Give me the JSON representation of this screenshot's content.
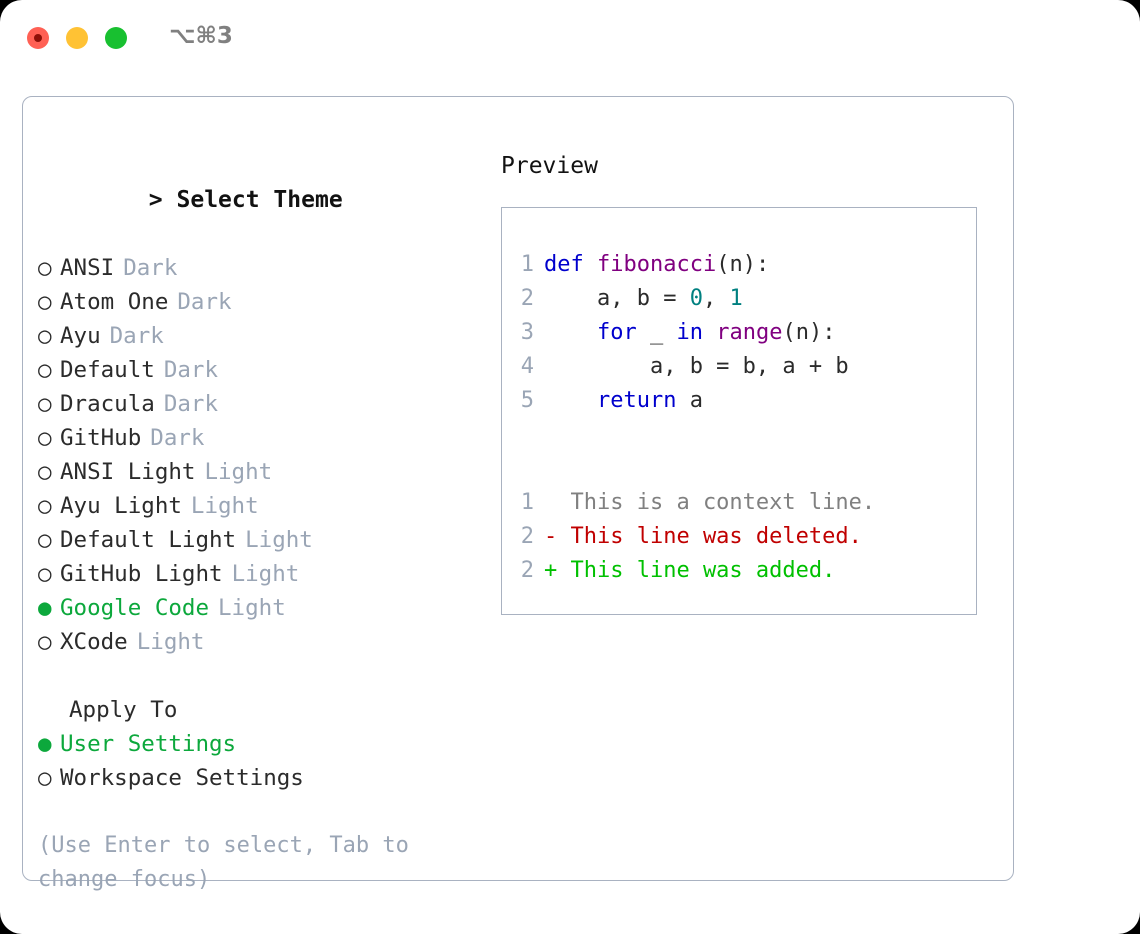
{
  "window": {
    "shortcut": "⌥⌘3",
    "traffic_lights": [
      {
        "name": "close",
        "color": "#ff6054"
      },
      {
        "name": "minimize",
        "color": "#ffc234"
      },
      {
        "name": "maximize",
        "color": "#18c030"
      }
    ]
  },
  "colors": {
    "accent_green": "#0ca83c",
    "muted_blue_gray": "#9aa5b5",
    "border": "#a9b2c1",
    "text": "#2b2b2b",
    "keyword": "#0000cd",
    "function": "#800080",
    "number": "#008080",
    "diff_add": "#00c000",
    "diff_del": "#c00000",
    "diff_ctx": "#808080"
  },
  "theme_picker": {
    "caret": ">",
    "heading": "Select Theme",
    "bullet_selected": "●",
    "bullet_unselected": "○",
    "items": [
      {
        "label": "ANSI",
        "tag": "Dark",
        "selected": false
      },
      {
        "label": "Atom One",
        "tag": "Dark",
        "selected": false
      },
      {
        "label": "Ayu",
        "tag": "Dark",
        "selected": false
      },
      {
        "label": "Default",
        "tag": "Dark",
        "selected": false
      },
      {
        "label": "Dracula",
        "tag": "Dark",
        "selected": false
      },
      {
        "label": "GitHub",
        "tag": "Dark",
        "selected": false
      },
      {
        "label": "ANSI Light",
        "tag": "Light",
        "selected": false
      },
      {
        "label": "Ayu Light",
        "tag": "Light",
        "selected": false
      },
      {
        "label": "Default Light",
        "tag": "Light",
        "selected": false
      },
      {
        "label": "GitHub Light",
        "tag": "Light",
        "selected": false
      },
      {
        "label": "Google Code",
        "tag": "Light",
        "selected": true
      },
      {
        "label": "XCode",
        "tag": "Light",
        "selected": false
      }
    ]
  },
  "apply_to": {
    "heading": "Apply To",
    "items": [
      {
        "label": "User Settings",
        "selected": true
      },
      {
        "label": "Workspace Settings",
        "selected": false
      }
    ]
  },
  "hint": "(Use Enter to select, Tab to change focus)",
  "preview": {
    "title": "Preview",
    "code_lines": [
      {
        "ln": "1",
        "tokens": [
          {
            "t": "def ",
            "c": "kw"
          },
          {
            "t": "fibonacci",
            "c": "fn"
          },
          {
            "t": "(n):",
            "c": "pl"
          }
        ]
      },
      {
        "ln": "2",
        "tokens": [
          {
            "t": "    a, b = ",
            "c": "pl"
          },
          {
            "t": "0",
            "c": "num"
          },
          {
            "t": ", ",
            "c": "pl"
          },
          {
            "t": "1",
            "c": "num"
          }
        ]
      },
      {
        "ln": "3",
        "tokens": [
          {
            "t": "    ",
            "c": "pl"
          },
          {
            "t": "for",
            "c": "kw"
          },
          {
            "t": " _ ",
            "c": "pl"
          },
          {
            "t": "in",
            "c": "kw"
          },
          {
            "t": " ",
            "c": "pl"
          },
          {
            "t": "range",
            "c": "fn"
          },
          {
            "t": "(n):",
            "c": "pl"
          }
        ]
      },
      {
        "ln": "4",
        "tokens": [
          {
            "t": "        a, b = b, a + b",
            "c": "pl"
          }
        ]
      },
      {
        "ln": "5",
        "tokens": [
          {
            "t": "    ",
            "c": "pl"
          },
          {
            "t": "return",
            "c": "kw"
          },
          {
            "t": " a",
            "c": "pl"
          }
        ]
      }
    ],
    "diff_lines": [
      {
        "ln": "1",
        "marker": " ",
        "text": "  This is a context line.",
        "kind": "ctx"
      },
      {
        "ln": "2",
        "marker": "-",
        "text": "- This line was deleted.",
        "kind": "del"
      },
      {
        "ln": "2",
        "marker": "+",
        "text": "+ This line was added.",
        "kind": "add"
      }
    ]
  }
}
